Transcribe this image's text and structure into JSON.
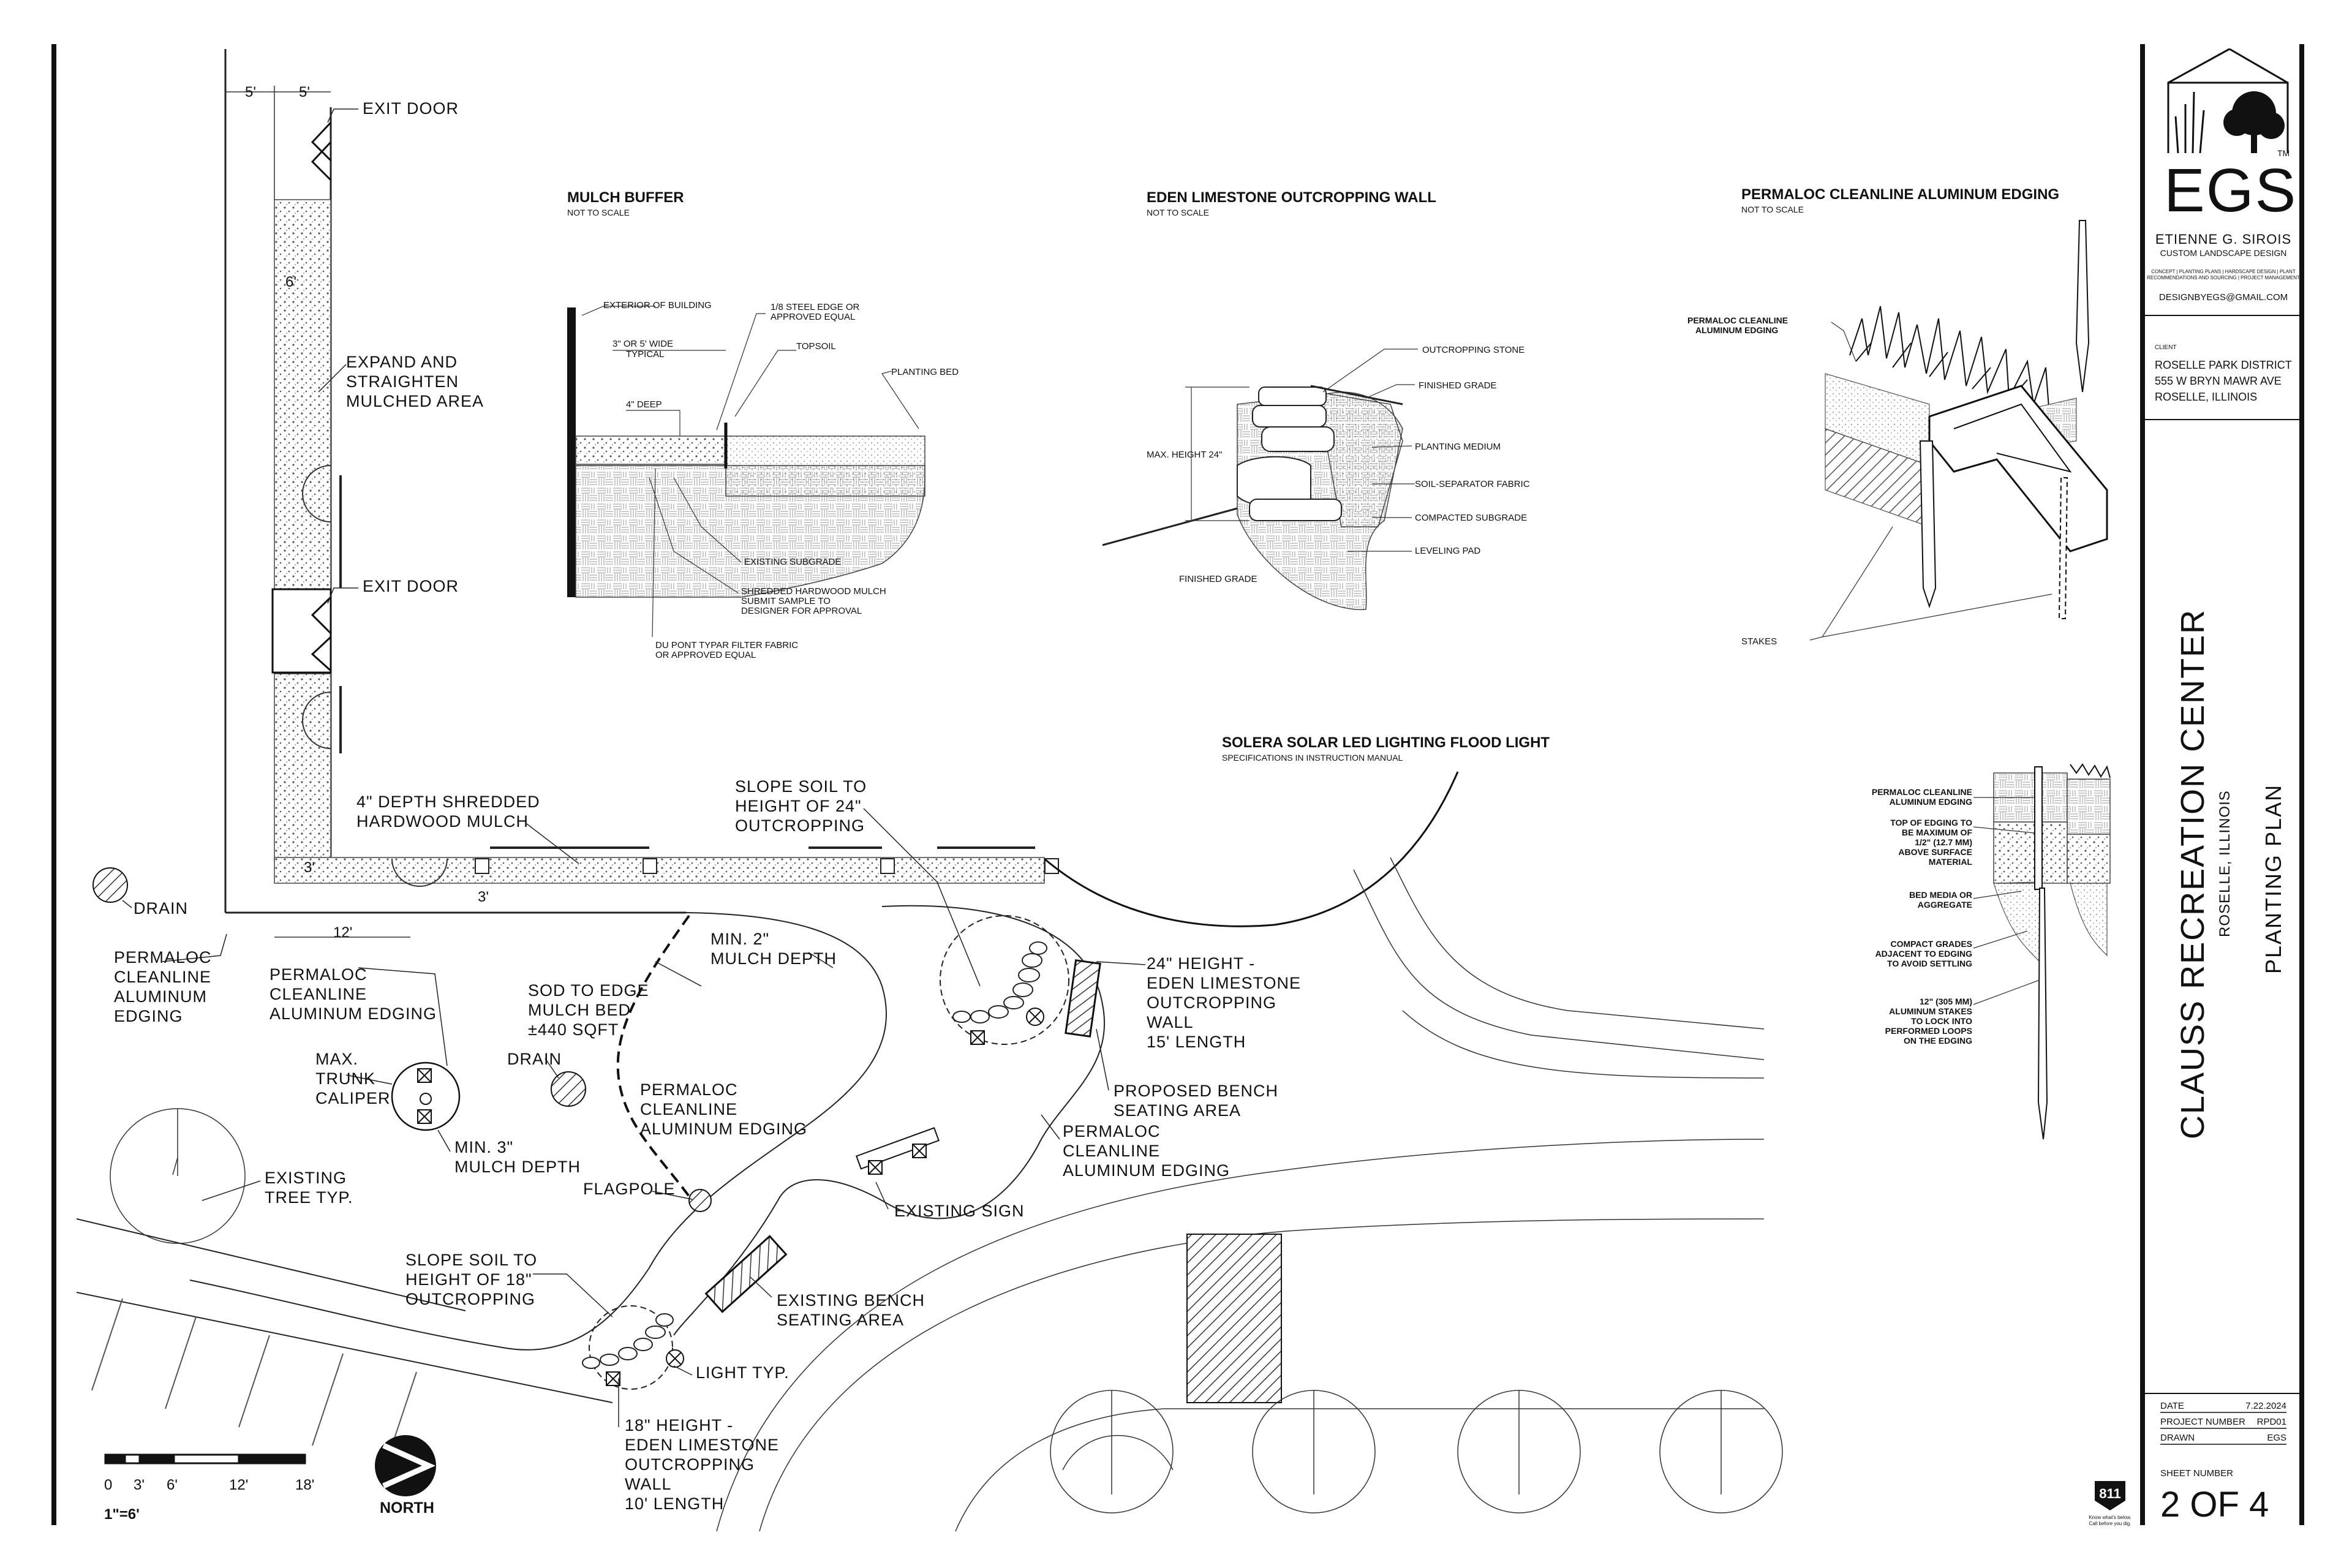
{
  "sheet": {
    "company": {
      "logo_text": "EGS",
      "trademark": "TM",
      "name": "ETIENNE G. SIROIS",
      "tagline": "CUSTOM LANDSCAPE DESIGN",
      "services_1": "CONCEPT | PLANTING PLANS | HARDSCAPE DESIGN | PLANT",
      "services_2": "RECOMMENDATIONS AND SOURCING | PROJECT MANAGEMENT",
      "email": "DESIGNBYEGS@GMAIL.COM"
    },
    "client": {
      "label": "CLIENT",
      "name": "ROSELLE PARK DISTRICT",
      "address1": "555 W BRYN MAWR AVE",
      "address2": "ROSELLE, ILLINOIS"
    },
    "project": {
      "title": "CLAUSS RECREATION CENTER",
      "location": "ROSELLE, ILLINOIS",
      "drawing": "PLANTING PLAN"
    },
    "info": {
      "date_label": "DATE",
      "date": "7.22.2024",
      "project_number_label": "PROJECT NUMBER",
      "project_number": "RPD01",
      "drawn_label": "DRAWN",
      "drawn": "EGS",
      "sheet_number_label": "SHEET NUMBER",
      "sheet_number": "2 OF 4"
    },
    "call811": {
      "number": "811",
      "line1": "Know what's below.",
      "line2": "Call before you dig."
    }
  },
  "plan": {
    "dims": {
      "d5a": "5'",
      "d5b": "5'",
      "d6": "6'",
      "d3a": "3'",
      "d3b": "3'",
      "d12": "12'"
    },
    "labels": {
      "exit_door_1": "EXIT DOOR",
      "exit_door_2": "EXIT DOOR",
      "expand_1": "EXPAND AND",
      "expand_2": "STRAIGHTEN",
      "expand_3": "MULCHED AREA",
      "mulch_1": "4\" DEPTH SHREDDED",
      "mulch_2": "HARDWOOD MULCH",
      "slope24_1": "SLOPE SOIL TO",
      "slope24_2": "HEIGHT OF 24\"",
      "slope24_3": "OUTCROPPING",
      "drain_1": "DRAIN",
      "drain_2": "DRAIN",
      "edging_left_1": "PERMALOC",
      "edging_left_2": "CLEANLINE",
      "edging_left_3": "ALUMINUM",
      "edging_left_4": "EDGING",
      "edging_tree_1": "PERMALOC",
      "edging_tree_2": "CLEANLINE",
      "edging_tree_3": "ALUMINUM EDGING",
      "min2_1": "MIN. 2\"",
      "min2_2": "MULCH DEPTH",
      "sod_1": "SOD TO EDGE",
      "sod_2": "MULCH BED",
      "sod_3": "±440 SQFT",
      "wall24_1": "24\" HEIGHT -",
      "wall24_2": "EDEN LIMESTONE",
      "wall24_3": "OUTCROPPING",
      "wall24_4": "WALL",
      "wall24_5": "15' LENGTH",
      "caliper_1": "MAX.",
      "caliper_2": "TRUNK",
      "caliper_3": "CALIPER",
      "edging_mid_1": "PERMALOC",
      "edging_mid_2": "CLEANLINE",
      "edging_mid_3": "ALUMINUM EDGING",
      "bench_prop_1": "PROPOSED BENCH",
      "bench_prop_2": "SEATING AREA",
      "min3_1": "MIN. 3\"",
      "min3_2": "MULCH DEPTH",
      "edging_right_1": "PERMALOC",
      "edging_right_2": "CLEANLINE",
      "edging_right_3": "ALUMINUM EDGING",
      "tree_1": "EXISTING",
      "tree_2": "TREE TYP.",
      "flagpole": "FLAGPOLE",
      "sign": "EXISTING SIGN",
      "slope18_1": "SLOPE SOIL TO",
      "slope18_2": "HEIGHT OF 18\"",
      "slope18_3": "OUTCROPPING",
      "bench_ex_1": "EXISTING BENCH",
      "bench_ex_2": "SEATING AREA",
      "light": "LIGHT TYP.",
      "wall18_1": "18\" HEIGHT -",
      "wall18_2": "EDEN LIMESTONE",
      "wall18_3": "OUTCROPPING",
      "wall18_4": "WALL",
      "wall18_5": "10' LENGTH"
    },
    "scale": {
      "t0": "0",
      "t3": "3'",
      "t6": "6'",
      "t12": "12'",
      "t18": "18'",
      "ratio": "1\"=6'",
      "north": "NORTH"
    }
  },
  "details": {
    "mulch": {
      "title": "MULCH BUFFER",
      "subtitle": "NOT TO SCALE",
      "exterior": "EXTERIOR OF BUILDING",
      "steel_1": "1/8 STEEL EDGE OR",
      "steel_2": "APPROVED EQUAL",
      "wide_1": "3\" OR 5' WIDE",
      "wide_2": "TYPICAL",
      "topsoil": "TOPSOIL",
      "bed": "PLANTING BED",
      "deep": "4\" DEEP",
      "subgrade": "EXISTING SUBGRADE",
      "shred_1": "SHREDDED HARDWOOD MULCH",
      "shred_2": "SUBMIT SAMPLE TO",
      "shred_3": "DESIGNER FOR APPROVAL",
      "typar_1": "DU PONT TYPAR FILTER FABRIC",
      "typar_2": "OR APPROVED EQUAL"
    },
    "wall": {
      "title": "EDEN LIMESTONE OUTCROPPING WALL",
      "subtitle": "NOT TO SCALE",
      "stone": "OUTCROPPING STONE",
      "grade": "FINISHED GRADE",
      "medium": "PLANTING MEDIUM",
      "fabric": "SOIL-SEPARATOR FABRIC",
      "compacted": "COMPACTED SUBGRADE",
      "pad": "LEVELING PAD",
      "height": "MAX. HEIGHT 24\"",
      "grade2": "FINISHED GRADE"
    },
    "edging": {
      "title": "PERMALOC CLEANLINE ALUMINUM EDGING",
      "subtitle": "NOT TO SCALE",
      "callout_1": "PERMALOC CLEANLINE",
      "callout_2": "ALUMINUM EDGING",
      "stakes": "STAKES"
    },
    "solar": {
      "title": "SOLERA SOLAR LED LIGHTING FLOOD LIGHT",
      "subtitle": "SPECIFICATIONS IN INSTRUCTION MANUAL"
    },
    "section": {
      "a1": "PERMALOC CLEANLINE",
      "a2": "ALUMINUM EDGING",
      "b1": "TOP OF EDGING TO",
      "b2": "BE MAXIMUM OF",
      "b3": "1/2\" (12.7 MM)",
      "b4": "ABOVE SURFACE",
      "b5": "MATERIAL",
      "c1": "BED MEDIA OR",
      "c2": "AGGREGATE",
      "d1": "COMPACT GRADES",
      "d2": "ADJACENT TO EDGING",
      "d3": "TO AVOID SETTLING",
      "e1": "12\" (305 MM)",
      "e2": "ALUMINUM STAKES",
      "e3": "TO LOCK INTO",
      "e4": "PERFORMED LOOPS",
      "e5": "ON THE EDGING"
    }
  }
}
